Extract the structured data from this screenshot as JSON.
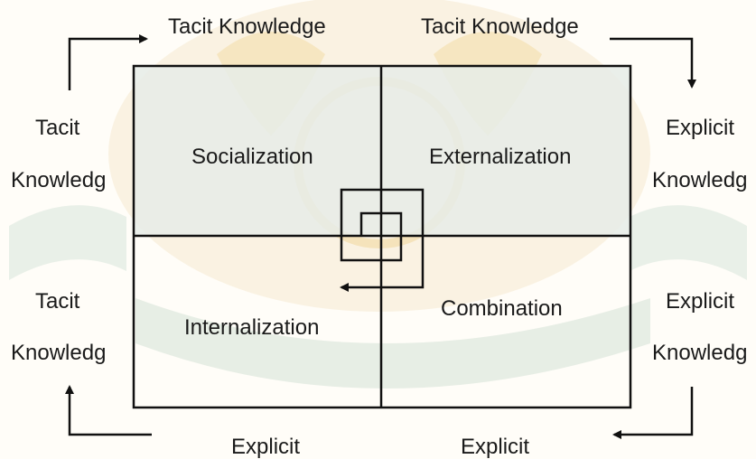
{
  "top_labels": {
    "left": "Tacit Knowledge",
    "right": "Tacit Knowledge"
  },
  "side_labels": {
    "left_top": {
      "line1": "Tacit",
      "line2": "Knowledg"
    },
    "left_bottom": {
      "line1": "Tacit",
      "line2": "Knowledg"
    },
    "right_top": {
      "line1": "Explicit",
      "line2": "Knowledg"
    },
    "right_bottom": {
      "line1": "Explicit",
      "line2": "Knowledg"
    }
  },
  "bottom_labels": {
    "left": "Explicit",
    "right": "Explicit"
  },
  "quadrants": {
    "top_left": "Socialization",
    "top_right": "Externalization",
    "bottom_left": "Internalization",
    "bottom_right": "Combination"
  },
  "colors": {
    "line": "#111111",
    "text": "#1a1a1a",
    "upper_fill": "#e6ece8",
    "watermark_gold": "#f1d79a",
    "watermark_green": "#c9dccf"
  }
}
